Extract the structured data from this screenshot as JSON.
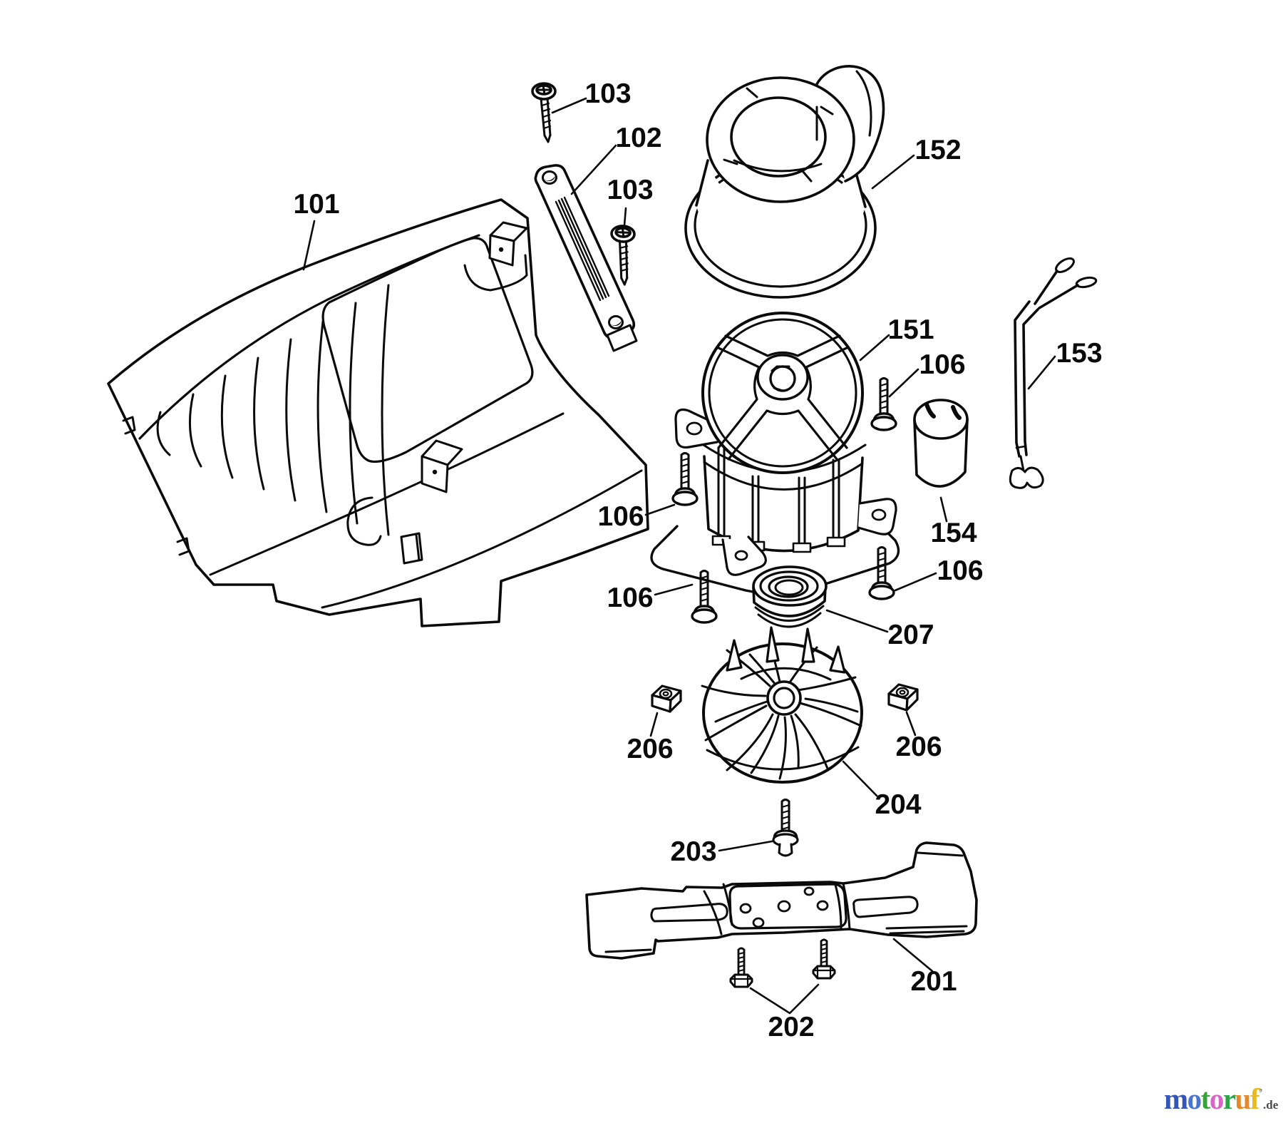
{
  "page": {
    "background_color": "#ffffff"
  },
  "diagram": {
    "kind": "exploded-parts-diagram",
    "stroke_color": "#0a0a0a",
    "callouts": [
      {
        "id": "screw-103-top",
        "text": "103"
      },
      {
        "id": "support-bar-102",
        "text": "102"
      },
      {
        "id": "screw-103-mid",
        "text": "103"
      },
      {
        "id": "housing-101",
        "text": "101"
      },
      {
        "id": "fan-cover-152",
        "text": "152"
      },
      {
        "id": "motor-151",
        "text": "151"
      },
      {
        "id": "screw-106-upper-right",
        "text": "106"
      },
      {
        "id": "cable-153",
        "text": "153"
      },
      {
        "id": "screw-106-left",
        "text": "106"
      },
      {
        "id": "capacitor-154",
        "text": "154"
      },
      {
        "id": "screw-106-lower-left",
        "text": "106"
      },
      {
        "id": "screw-106-lower-right",
        "text": "106"
      },
      {
        "id": "pulley-207",
        "text": "207"
      },
      {
        "id": "nut-206-left",
        "text": "206"
      },
      {
        "id": "nut-206-right",
        "text": "206"
      },
      {
        "id": "fan-204",
        "text": "204"
      },
      {
        "id": "screw-203",
        "text": "203"
      },
      {
        "id": "blade-201",
        "text": "201"
      },
      {
        "id": "bolts-202",
        "text": "202"
      }
    ]
  },
  "watermark": {
    "letters": [
      {
        "char": "m",
        "color": "#3556b8"
      },
      {
        "char": "o",
        "color": "#4b74d2"
      },
      {
        "char": "t",
        "color": "#3aa23c"
      },
      {
        "char": "o",
        "color": "#d765c8"
      },
      {
        "char": "r",
        "color": "#2da34a"
      },
      {
        "char": "u",
        "color": "#e5872b"
      },
      {
        "char": "f",
        "color": "#e9b91f"
      }
    ],
    "mark": "’",
    "mark_color": "#8c8c8c",
    "suffix": ".de",
    "suffix_color": "#4a4a4a"
  }
}
